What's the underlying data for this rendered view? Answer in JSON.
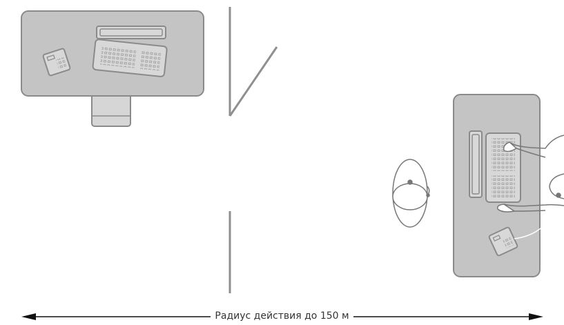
{
  "caption": {
    "text": "Радиус действия  до 150 м"
  },
  "colors": {
    "desk_fill": "#c4c4c4",
    "desk_stroke": "#8a8a8a",
    "line": "#8f8f8f",
    "figure_stroke": "#777777",
    "background": "#ffffff"
  },
  "icons": {
    "left_desk": [
      "desk",
      "monitor",
      "keyboard",
      "desk-phone"
    ],
    "right_desk": [
      "desk",
      "monitor",
      "keyboard",
      "desk-phone",
      "seated-user-with-headset"
    ],
    "walking_person": "person-with-wireless-headset-icon",
    "range_arrow": "double-headed-arrow"
  }
}
